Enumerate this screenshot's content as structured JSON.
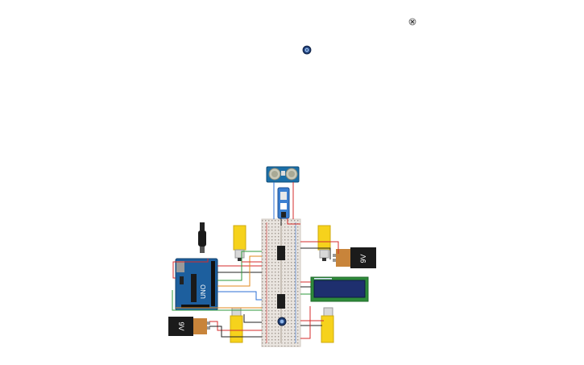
{
  "canvas": {
    "background": "#ffffff",
    "tool_icons": [
      "close-icon",
      "rotate-knob-icon"
    ]
  },
  "components": {
    "battery_top": {
      "label": "9V"
    },
    "battery_left": {
      "label": "9V"
    },
    "arduino": {
      "label": "UNO"
    },
    "lcd": {
      "label": ""
    }
  },
  "colors": {
    "arduino_blue": "#1d5f9e",
    "motor_yellow": "#f6d21c",
    "battery_black": "#1b1b1b",
    "battery_copper": "#c8843a",
    "lcd_green": "#2e8b3a",
    "lcd_screen": "#1e2f6e",
    "sensor_blue": "#1b6fa8",
    "breadboard": "#e9e4df",
    "wire_red": "#d62b2b",
    "wire_black": "#222222",
    "wire_green": "#2e9a3b",
    "wire_orange": "#e08a1e",
    "wire_blue": "#2b6fd6"
  }
}
